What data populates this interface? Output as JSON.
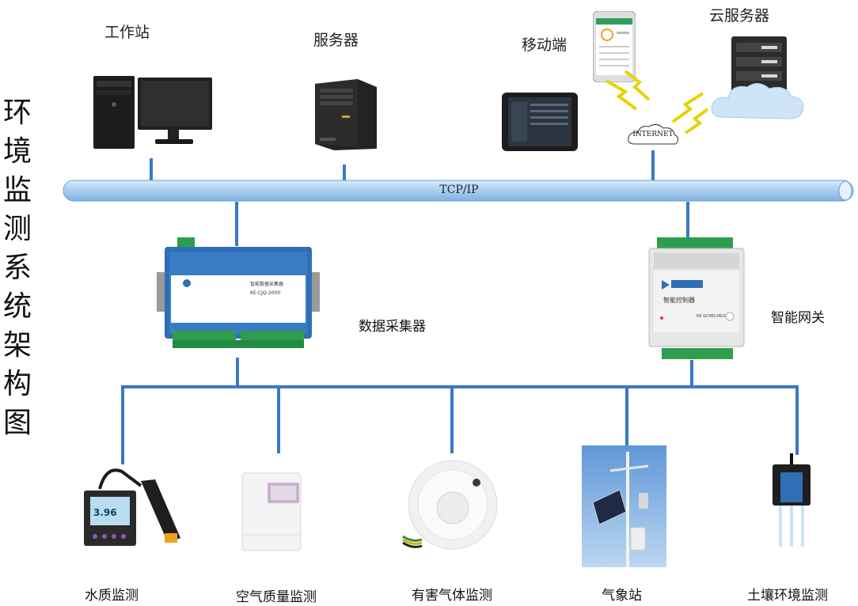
{
  "title": {
    "chars": [
      "环",
      "境",
      "监",
      "测",
      "系",
      "统",
      "架",
      "构",
      "图"
    ]
  },
  "top_devices": {
    "workstation": "工作站",
    "server": "服务器",
    "mobile": "移动端",
    "cloud_server": "云服务器",
    "internet": "INTERNET"
  },
  "bus": {
    "label": "TCP/IP"
  },
  "middle": {
    "collector_label": "数据采集器",
    "collector_device_text": "智能数据采集器",
    "collector_model": "KE-CJQ-2000",
    "gateway_label": "智能网关",
    "gateway_device_text": "智能控制器",
    "gateway_model": "KE-GCMD-MD1"
  },
  "sensors": {
    "water": "水质监测",
    "water_reading": "3.96",
    "air": "空气质量监测",
    "gas": "有害气体监测",
    "weather": "气象站",
    "soil": "土壤环境监测"
  },
  "colors": {
    "line": "#3a78c8",
    "bus": "#a9cdef"
  }
}
